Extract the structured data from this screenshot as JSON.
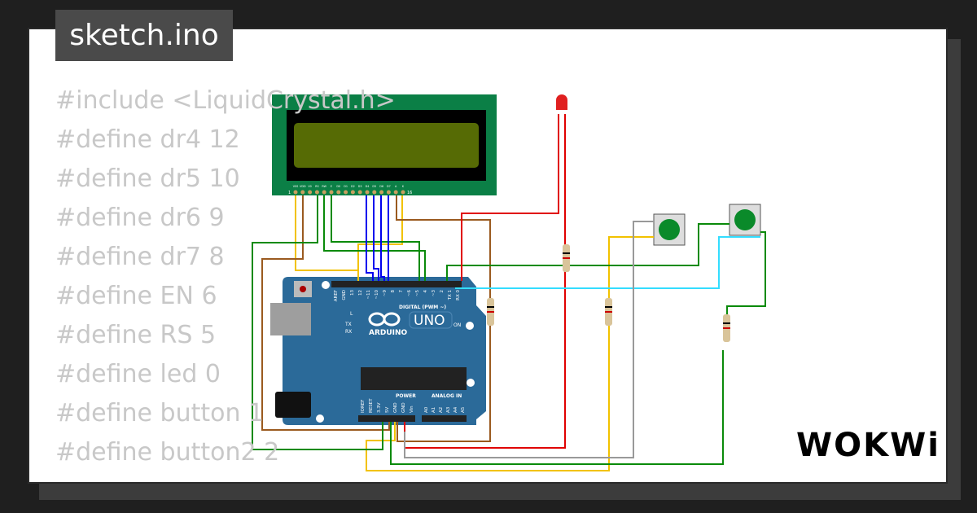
{
  "file_title": "sketch.ino",
  "code_lines": [
    "#include <LiquidCrystal.h>",
    "#define dr4  12",
    "#define dr5  10",
    "#define dr6  9",
    "#define dr7  8",
    "#define EN  6",
    "#define RS 5",
    "#define led 0",
    "#define button 1",
    "#define button2 2"
  ],
  "lcd": {
    "pin_labels": [
      "VSS",
      "VDD",
      "V0",
      "RS",
      "RW",
      "E",
      "D0",
      "D1",
      "D2",
      "D3",
      "D4",
      "D5",
      "D6",
      "D7",
      "A",
      "K"
    ],
    "first_pin": "1",
    "last_pin": "16",
    "colors": {
      "board": "#0b7f46",
      "screen": "#566b05"
    }
  },
  "arduino": {
    "logo_text": "ARDUINO",
    "model": "UNO",
    "digital_label": "DIGITAL (PWM ~)",
    "power_label": "POWER",
    "analog_label": "ANALOG IN",
    "led_labels": [
      "L",
      "TX",
      "RX",
      "ON"
    ],
    "top_pins": [
      "AREF",
      "GND",
      "13",
      "12",
      "~11",
      "~10",
      "~9",
      "8",
      "7",
      "~6",
      "~5",
      "4",
      "~3",
      "2",
      "TX 1",
      "RX 0"
    ],
    "power_pins": [
      "IOREF",
      "RESET",
      "3.3V",
      "5V",
      "GND",
      "GND",
      "Vin"
    ],
    "analog_pins": [
      "A0",
      "A1",
      "A2",
      "A3",
      "A4",
      "A5"
    ],
    "color": "#2b6a99"
  },
  "brand": "WOKWi",
  "wire_colors": {
    "yellow": "#f2c200",
    "brown": "#9a5a1f",
    "green": "#0a8a0a",
    "blue": "#0000ee",
    "red": "#e00000",
    "cyan": "#33ddff",
    "gray": "#999999"
  }
}
